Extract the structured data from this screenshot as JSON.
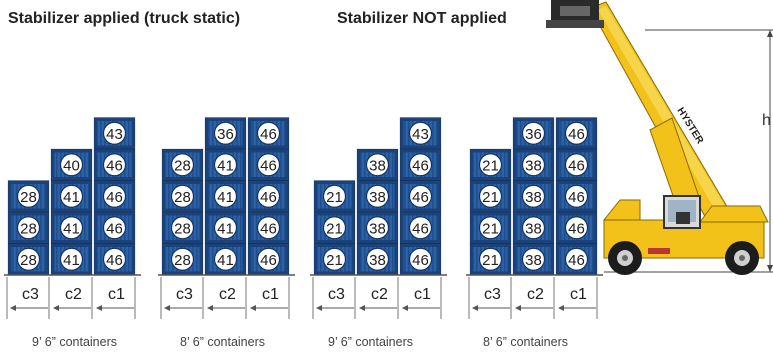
{
  "titles": {
    "left": "Stabilizer applied (truck static)",
    "right": "Stabilizer NOT applied"
  },
  "height_label": "h",
  "truck_brand": "HYSTER",
  "colors": {
    "container": "#2b62a7",
    "container_dark": "#1b4279",
    "container_edge": "#143561",
    "badge": "#ffffff",
    "truck": "#f2c21a",
    "truck_dark": "#2a2a2a",
    "line": "#555555"
  },
  "stacks": [
    {
      "caption": "9’ 6” containers",
      "columns": [
        {
          "label": "c3",
          "values": [
            "28",
            "28",
            "28"
          ]
        },
        {
          "label": "c2",
          "values": [
            "41",
            "41",
            "41",
            "40"
          ]
        },
        {
          "label": "c1",
          "values": [
            "46",
            "46",
            "46",
            "46",
            "43"
          ]
        }
      ]
    },
    {
      "caption": "8’ 6” containers",
      "columns": [
        {
          "label": "c3",
          "values": [
            "28",
            "28",
            "28",
            "28"
          ]
        },
        {
          "label": "c2",
          "values": [
            "41",
            "41",
            "41",
            "41",
            "36"
          ]
        },
        {
          "label": "c1",
          "values": [
            "46",
            "46",
            "46",
            "46",
            "46"
          ]
        }
      ]
    },
    {
      "caption": "9’ 6” containers",
      "columns": [
        {
          "label": "c3",
          "values": [
            "21",
            "21",
            "21"
          ]
        },
        {
          "label": "c2",
          "values": [
            "38",
            "38",
            "38",
            "38"
          ]
        },
        {
          "label": "c1",
          "values": [
            "46",
            "46",
            "46",
            "46",
            "43"
          ]
        }
      ]
    },
    {
      "caption": "8’ 6” containers",
      "columns": [
        {
          "label": "c3",
          "values": [
            "21",
            "21",
            "21",
            "21"
          ]
        },
        {
          "label": "c2",
          "values": [
            "38",
            "38",
            "38",
            "38",
            "36"
          ]
        },
        {
          "label": "c1",
          "values": [
            "46",
            "46",
            "46",
            "46",
            "46"
          ]
        }
      ]
    }
  ]
}
